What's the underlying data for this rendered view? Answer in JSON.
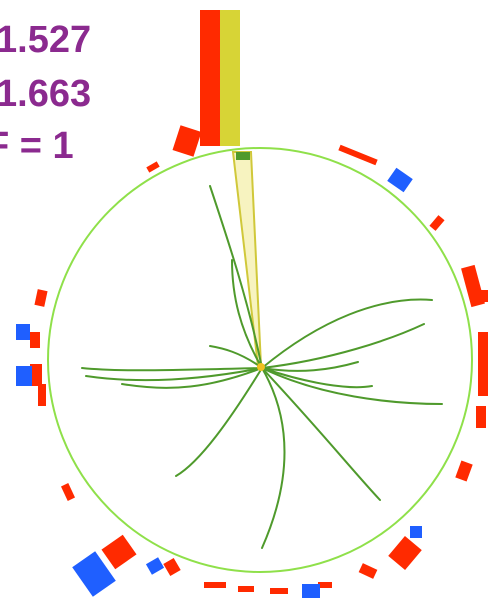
{
  "labels": {
    "line1": "1.527",
    "line2": "1.663",
    "line3": "F = 1"
  },
  "colors": {
    "background": "#ffffff",
    "label": "#8b2a8f",
    "tracker_circle": "#8fe04a",
    "tracks": "#4f9a2c",
    "jet_highlight": "#e3e13a",
    "em_deposits": "#ff2a00",
    "hadronic_deposits": "#1f5fff",
    "vertex": "#f0c020"
  },
  "icons": {
    "vertex": "vertex-dot",
    "jet": "jet-cone"
  }
}
